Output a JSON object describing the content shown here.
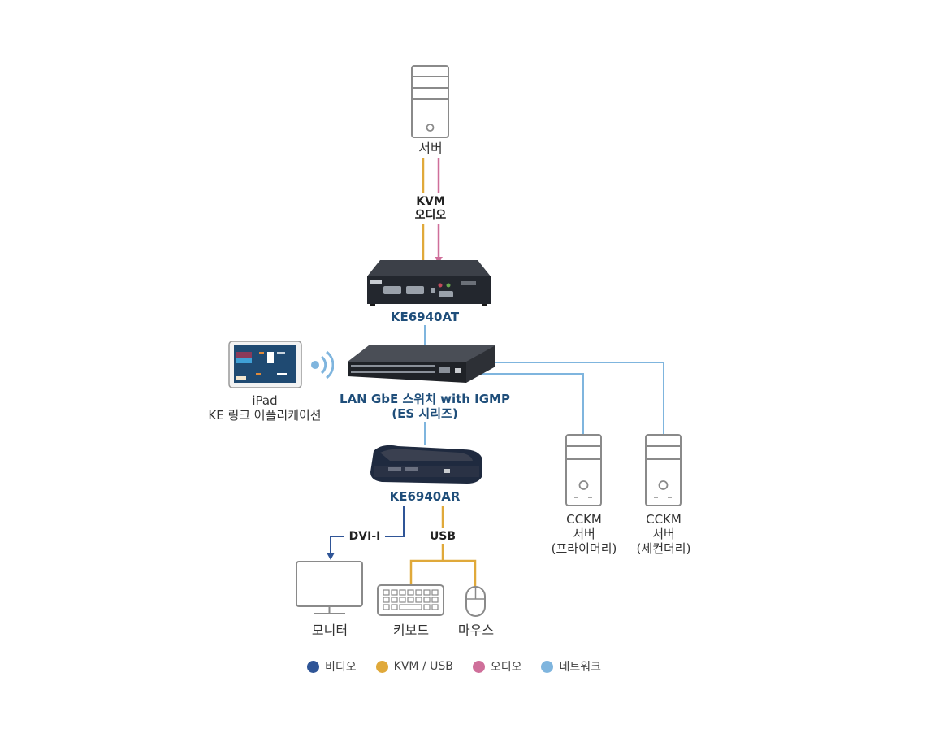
{
  "colors": {
    "video": "#2f5597",
    "kvm_usb": "#e0a93a",
    "audio": "#cf6f9a",
    "network": "#7fb5de",
    "device_label": "#1f4e7a",
    "icon_stroke": "#8a8a8a"
  },
  "nodes": {
    "server": {
      "label": "서버"
    },
    "transmitter": {
      "label": "KE6940AT"
    },
    "switch": {
      "label_line1": "LAN GbE 스위치 with IGMP",
      "label_line2": "(ES 시리즈)"
    },
    "ipad": {
      "label_line1": "iPad",
      "label_line2": "KE 링크 어플리케이션"
    },
    "receiver": {
      "label": "KE6940AR"
    },
    "cckm_primary": {
      "label_line1": "CCKM",
      "label_line2": "서버",
      "label_line3": "(프라이머리)"
    },
    "cckm_secondary": {
      "label_line1": "CCKM",
      "label_line2": "서버",
      "label_line3": "(세컨더리)"
    },
    "monitor": {
      "label": "모니터"
    },
    "keyboard": {
      "label": "키보드"
    },
    "mouse": {
      "label": "마우스"
    }
  },
  "connections": {
    "server_to_tx": {
      "line1": "KVM",
      "line2": "오디오"
    },
    "rx_to_monitor": {
      "label": "DVI-I"
    },
    "rx_to_usb": {
      "label": "USB"
    }
  },
  "legend": [
    {
      "label": "비디오",
      "color": "#2f5597"
    },
    {
      "label": "KVM / USB",
      "color": "#e0a93a"
    },
    {
      "label": "오디오",
      "color": "#cf6f9a"
    },
    {
      "label": "네트워크",
      "color": "#7fb5de"
    }
  ]
}
